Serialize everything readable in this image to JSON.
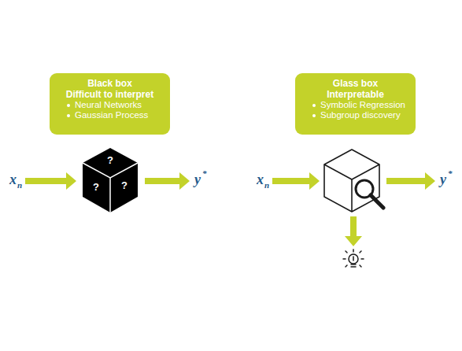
{
  "diagram": {
    "nodes": [
      {
        "text": [
          "Black box",
          "Difficult to interpret",
          "Neural Networks",
          "Gaussian Process"
        ]
      },
      {
        "text": [
          "?",
          "?",
          "?"
        ]
      },
      {
        "text": [
          "Glass box",
          "Interpretable",
          "Symbolic Regression",
          "Subgroup discovery"
        ]
      }
    ],
    "labels": [
      "x",
      "n",
      "y",
      "*",
      "x",
      "n",
      "y",
      "*"
    ]
  }
}
